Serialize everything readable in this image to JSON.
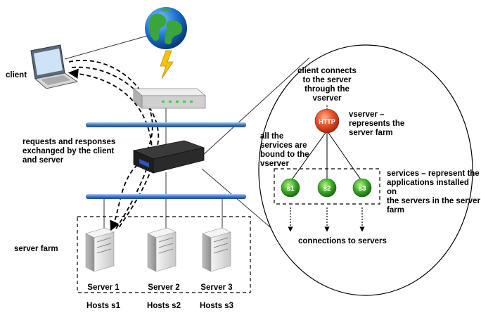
{
  "labels": {
    "client": "client",
    "requests": "requests and responses\nexchanged by the client\nand server",
    "server_farm": "server farm",
    "client_connects": "client connects\nto the server\nthrough the\nvserver",
    "vserver": "vserver –\nrepresents the\nserver farm",
    "all_services": "all the\nservices are\nbound to the\nvserver",
    "services": "services – represent the\napplications installed on\nthe servers in the server\nfarm",
    "connections": "connections to servers"
  },
  "vserver_node": {
    "text": "HTTP"
  },
  "service_nodes": [
    "s1",
    "s2",
    "s3"
  ],
  "servers": [
    {
      "name": "Server 1",
      "hosts": "Hosts s1"
    },
    {
      "name": "Server 2",
      "hosts": "Hosts s2"
    },
    {
      "name": "Server 3",
      "hosts": "Hosts s3"
    }
  ],
  "icons": [
    "globe-icon",
    "lightning-icon",
    "router-icon",
    "laptop-icon",
    "load-balancer-icon",
    "server-icon"
  ],
  "colors": {
    "vserver_node": "#e8502a",
    "service_node": "#3fae2a",
    "network_bar": "#3a78c0",
    "lightning": "#f5c400"
  }
}
